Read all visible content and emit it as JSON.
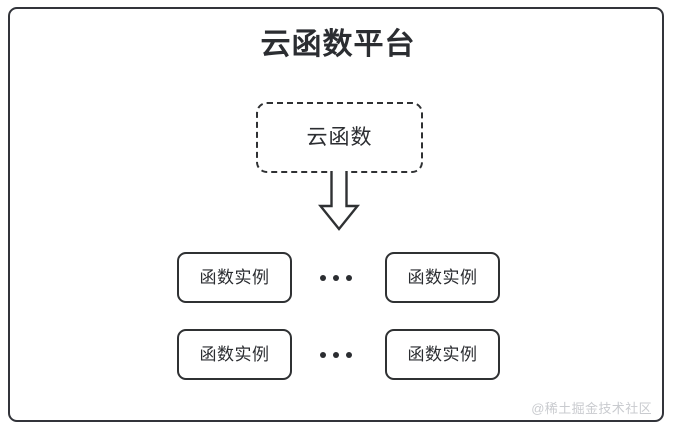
{
  "diagram": {
    "platform": {
      "title": "云函数平台",
      "border_color": "#32343a",
      "background": "#ffffff"
    },
    "cloud_function": {
      "label": "云函数",
      "border_style": "dashed",
      "border_color": "#2f3133"
    },
    "arrow": {
      "name": "down-arrow-icon",
      "direction": "down",
      "color": "#2f3133"
    },
    "instances": {
      "label": "函数实例",
      "ellipsis": "•••",
      "rows": [
        {
          "left": {
            "label": "函数实例"
          },
          "separator": "•••",
          "right": {
            "label": "函数实例"
          }
        },
        {
          "left": {
            "label": "函数实例"
          },
          "separator": "•••",
          "right": {
            "label": "函数实例"
          }
        }
      ]
    },
    "watermark": "@稀土掘金技术社区",
    "colors": {
      "stroke": "#2f3133",
      "text": "#2b2d31",
      "watermark": "#c9cbcf"
    }
  }
}
